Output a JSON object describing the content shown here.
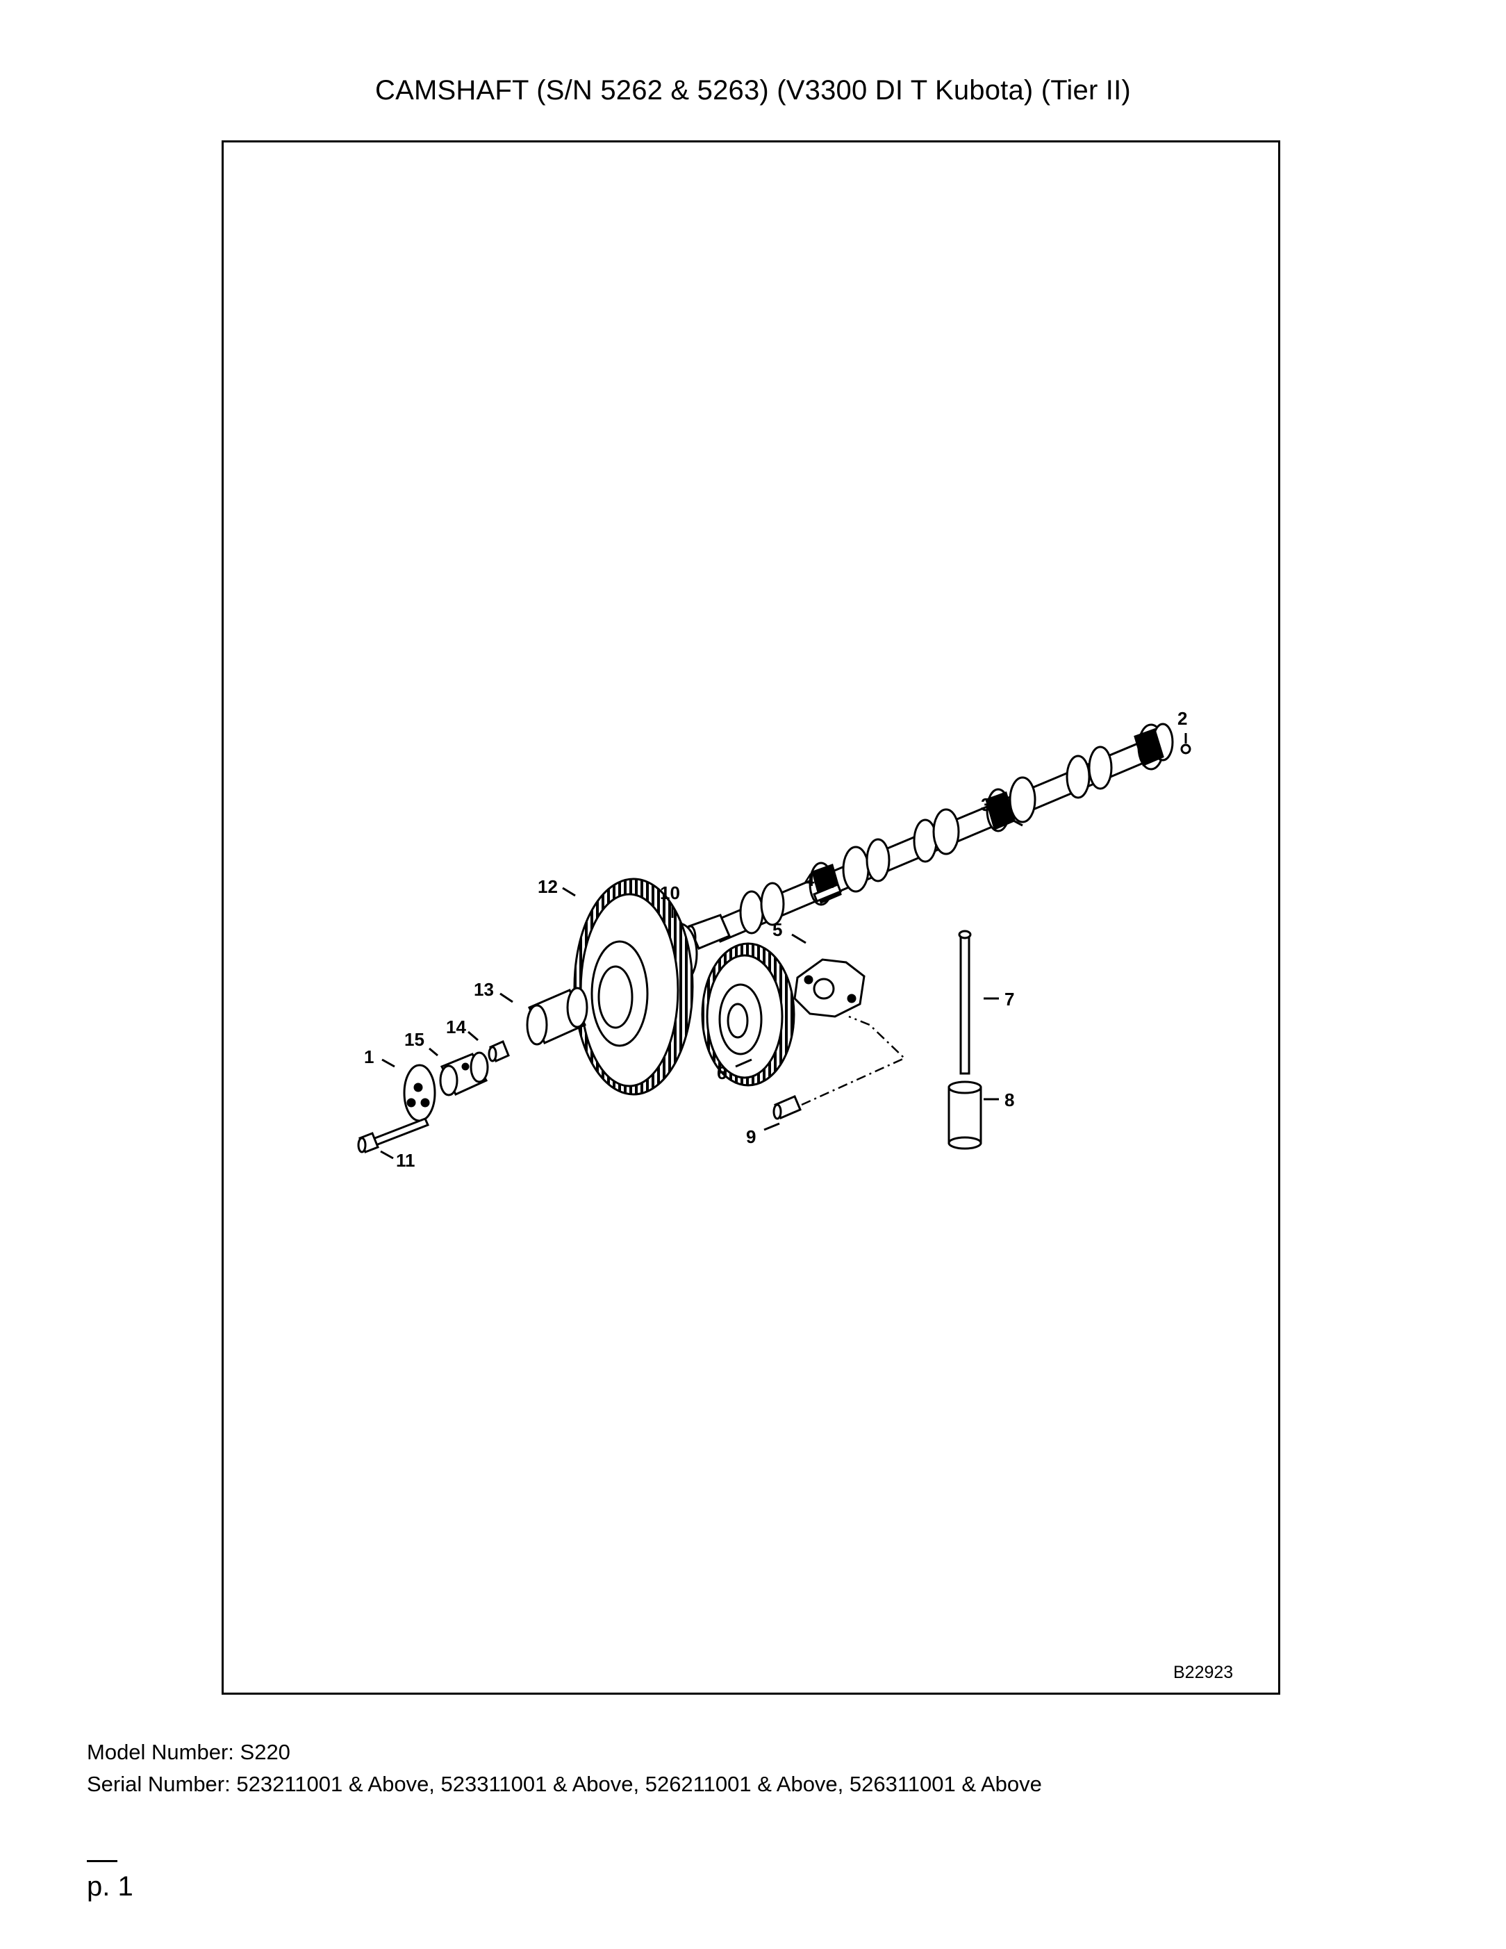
{
  "title": "CAMSHAFT (S/N 5262 & 5263) (V3300 DI T Kubota) (Tier II)",
  "diagram": {
    "reference_code": "B22923",
    "callouts": [
      "1",
      "2",
      "3",
      "4",
      "5",
      "6",
      "7",
      "8",
      "9",
      "10",
      "11",
      "12",
      "13",
      "14",
      "15"
    ]
  },
  "footer": {
    "model_number": "Model Number: S220",
    "serial_number": "Serial Number: 523211001 & Above, 523311001 & Above, 526211001 & Above, 526311001 & Above",
    "page": "p. 1"
  }
}
